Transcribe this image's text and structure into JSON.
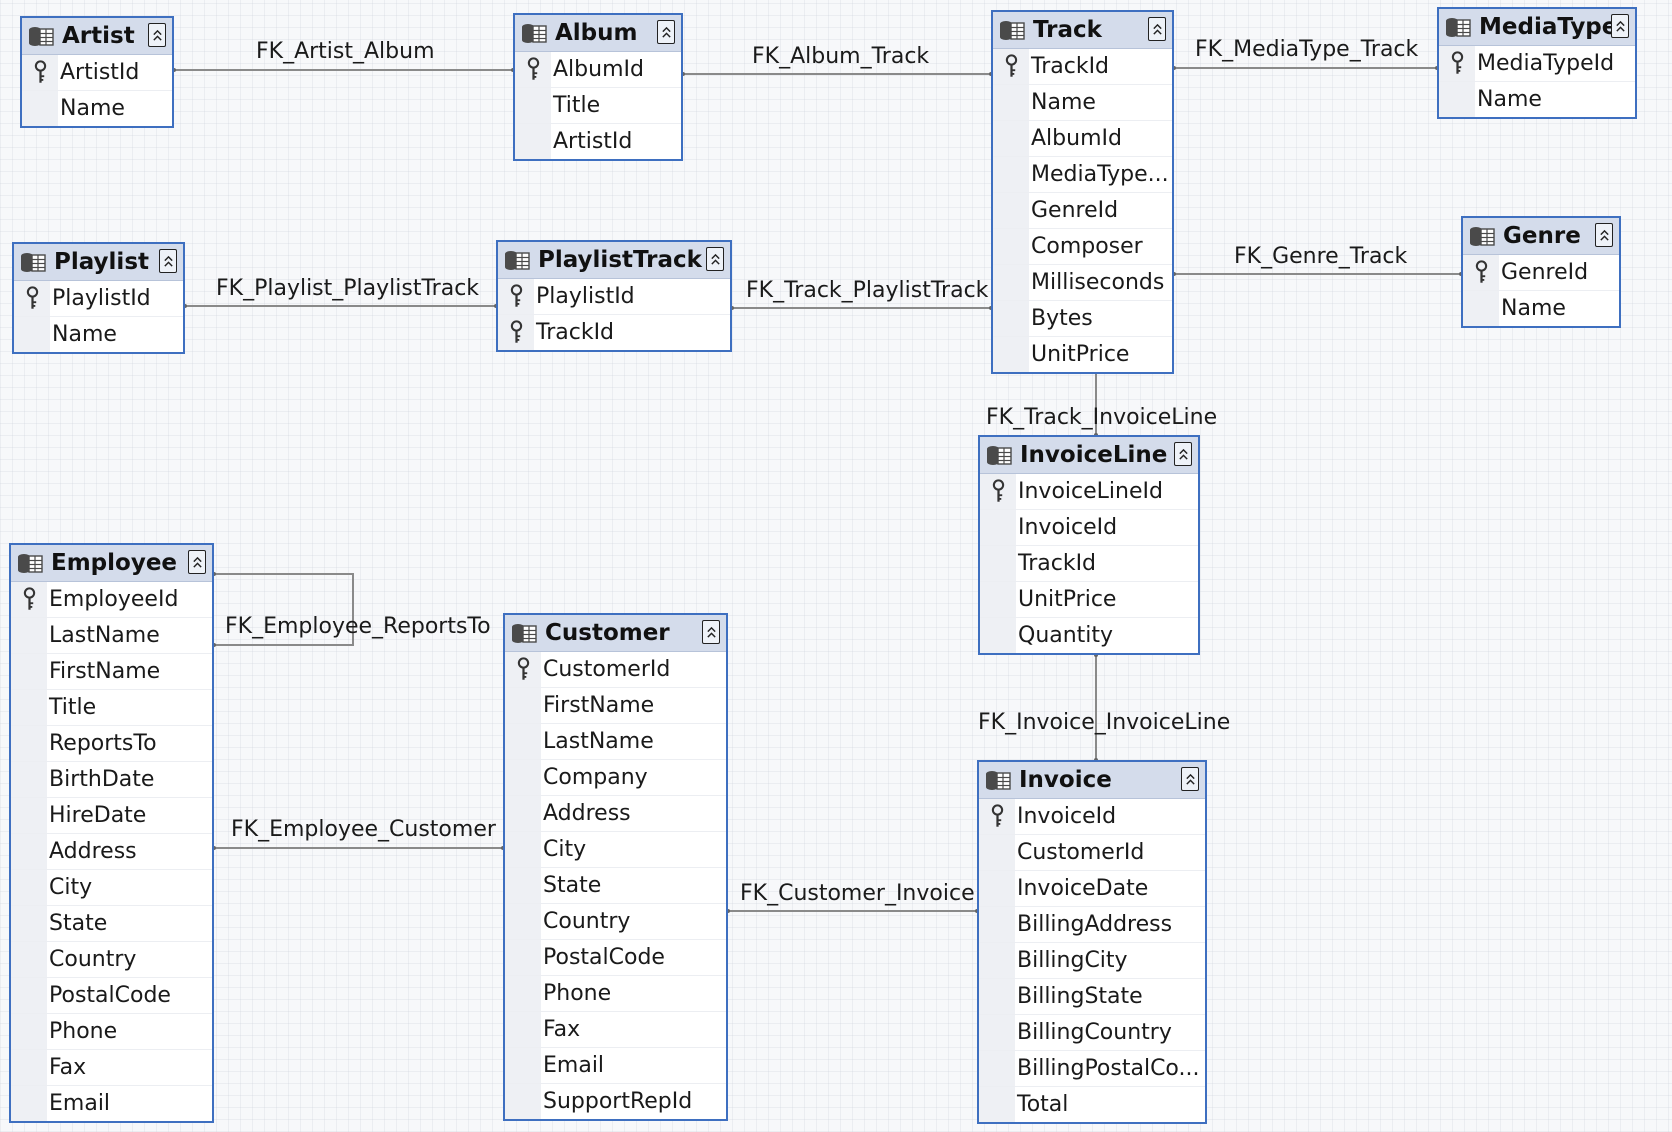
{
  "diagram": {
    "tables": [
      {
        "name": "Artist",
        "columns": [
          {
            "name": "ArtistId",
            "pk": true
          },
          {
            "name": "Name",
            "pk": false
          }
        ]
      },
      {
        "name": "Album",
        "columns": [
          {
            "name": "AlbumId",
            "pk": true
          },
          {
            "name": "Title",
            "pk": false
          },
          {
            "name": "ArtistId",
            "pk": false
          }
        ]
      },
      {
        "name": "Track",
        "columns": [
          {
            "name": "TrackId",
            "pk": true
          },
          {
            "name": "Name",
            "pk": false
          },
          {
            "name": "AlbumId",
            "pk": false
          },
          {
            "name": "MediaType...",
            "pk": false
          },
          {
            "name": "GenreId",
            "pk": false
          },
          {
            "name": "Composer",
            "pk": false
          },
          {
            "name": "Milliseconds",
            "pk": false
          },
          {
            "name": "Bytes",
            "pk": false
          },
          {
            "name": "UnitPrice",
            "pk": false
          }
        ]
      },
      {
        "name": "MediaType",
        "columns": [
          {
            "name": "MediaTypeId",
            "pk": true
          },
          {
            "name": "Name",
            "pk": false
          }
        ]
      },
      {
        "name": "Genre",
        "columns": [
          {
            "name": "GenreId",
            "pk": true
          },
          {
            "name": "Name",
            "pk": false
          }
        ]
      },
      {
        "name": "Playlist",
        "columns": [
          {
            "name": "PlaylistId",
            "pk": true
          },
          {
            "name": "Name",
            "pk": false
          }
        ]
      },
      {
        "name": "PlaylistTrack",
        "columns": [
          {
            "name": "PlaylistId",
            "pk": true
          },
          {
            "name": "TrackId",
            "pk": true
          }
        ]
      },
      {
        "name": "InvoiceLine",
        "columns": [
          {
            "name": "InvoiceLineId",
            "pk": true
          },
          {
            "name": "InvoiceId",
            "pk": false
          },
          {
            "name": "TrackId",
            "pk": false
          },
          {
            "name": "UnitPrice",
            "pk": false
          },
          {
            "name": "Quantity",
            "pk": false
          }
        ]
      },
      {
        "name": "Employee",
        "columns": [
          {
            "name": "EmployeeId",
            "pk": true
          },
          {
            "name": "LastName",
            "pk": false
          },
          {
            "name": "FirstName",
            "pk": false
          },
          {
            "name": "Title",
            "pk": false
          },
          {
            "name": "ReportsTo",
            "pk": false
          },
          {
            "name": "BirthDate",
            "pk": false
          },
          {
            "name": "HireDate",
            "pk": false
          },
          {
            "name": "Address",
            "pk": false
          },
          {
            "name": "City",
            "pk": false
          },
          {
            "name": "State",
            "pk": false
          },
          {
            "name": "Country",
            "pk": false
          },
          {
            "name": "PostalCode",
            "pk": false
          },
          {
            "name": "Phone",
            "pk": false
          },
          {
            "name": "Fax",
            "pk": false
          },
          {
            "name": "Email",
            "pk": false
          }
        ]
      },
      {
        "name": "Customer",
        "columns": [
          {
            "name": "CustomerId",
            "pk": true
          },
          {
            "name": "FirstName",
            "pk": false
          },
          {
            "name": "LastName",
            "pk": false
          },
          {
            "name": "Company",
            "pk": false
          },
          {
            "name": "Address",
            "pk": false
          },
          {
            "name": "City",
            "pk": false
          },
          {
            "name": "State",
            "pk": false
          },
          {
            "name": "Country",
            "pk": false
          },
          {
            "name": "PostalCode",
            "pk": false
          },
          {
            "name": "Phone",
            "pk": false
          },
          {
            "name": "Fax",
            "pk": false
          },
          {
            "name": "Email",
            "pk": false
          },
          {
            "name": "SupportRepId",
            "pk": false
          }
        ]
      },
      {
        "name": "Invoice",
        "columns": [
          {
            "name": "InvoiceId",
            "pk": true
          },
          {
            "name": "CustomerId",
            "pk": false
          },
          {
            "name": "InvoiceDate",
            "pk": false
          },
          {
            "name": "BillingAddress",
            "pk": false
          },
          {
            "name": "BillingCity",
            "pk": false
          },
          {
            "name": "BillingState",
            "pk": false
          },
          {
            "name": "BillingCountry",
            "pk": false
          },
          {
            "name": "BillingPostalCo...",
            "pk": false
          },
          {
            "name": "Total",
            "pk": false
          }
        ]
      }
    ],
    "relationships": [
      {
        "name": "FK_Artist_Album",
        "from": "Artist",
        "to": "Album"
      },
      {
        "name": "FK_Album_Track",
        "from": "Album",
        "to": "Track"
      },
      {
        "name": "FK_MediaType_Track",
        "from": "MediaType",
        "to": "Track"
      },
      {
        "name": "FK_Genre_Track",
        "from": "Genre",
        "to": "Track"
      },
      {
        "name": "FK_Playlist_PlaylistTrack",
        "from": "Playlist",
        "to": "PlaylistTrack"
      },
      {
        "name": "FK_Track_PlaylistTrack",
        "from": "Track",
        "to": "PlaylistTrack"
      },
      {
        "name": "FK_Track_InvoiceLine",
        "from": "Track",
        "to": "InvoiceLine"
      },
      {
        "name": "FK_Invoice_InvoiceLine",
        "from": "Invoice",
        "to": "InvoiceLine"
      },
      {
        "name": "FK_Employee_ReportsTo",
        "from": "Employee",
        "to": "Employee"
      },
      {
        "name": "FK_Employee_Customer",
        "from": "Employee",
        "to": "Customer"
      },
      {
        "name": "FK_Customer_Invoice",
        "from": "Customer",
        "to": "Invoice"
      }
    ],
    "colors": {
      "border": "#3e6fc0",
      "header": "#d4dceb",
      "line": "#8a8a8a"
    },
    "icons": {
      "table": "table-icon",
      "primary_key": "key-icon",
      "collapse": "collapse-icon"
    }
  }
}
